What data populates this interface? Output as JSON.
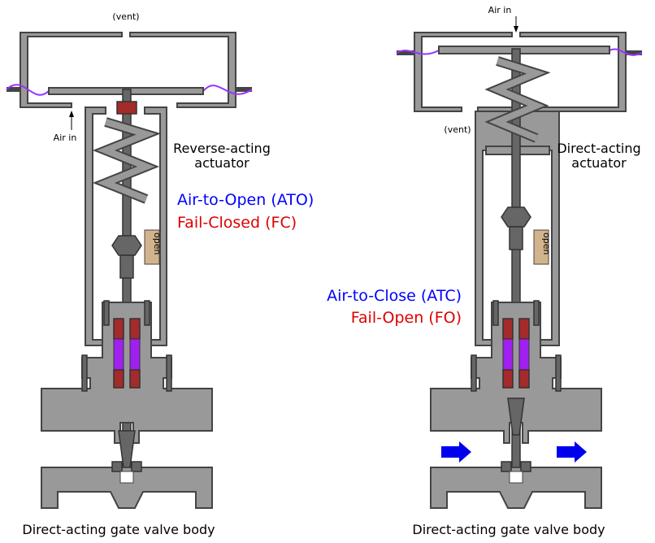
{
  "left": {
    "vent_label": "(vent)",
    "air_in_label": "Air in",
    "actuator_label_1": "Reverse-acting",
    "actuator_label_2": "actuator",
    "action_label": "Air-to-Open (ATO)",
    "fail_label": "Fail-Closed (FC)",
    "scale_label": "open",
    "body_caption": "Direct-acting gate valve body"
  },
  "right": {
    "vent_label": "(vent)",
    "air_in_label": "Air in",
    "actuator_label_1": "Direct-acting",
    "actuator_label_2": "actuator",
    "action_label": "Air-to-Close (ATC)",
    "fail_label": "Fail-Open (FO)",
    "scale_label": "open",
    "body_caption": "Direct-acting gate valve body"
  },
  "colors": {
    "action": "#0000ff",
    "fail": "#dd0000",
    "diaphragm": "#9933ff",
    "flow_arrow": "#0000ee"
  }
}
